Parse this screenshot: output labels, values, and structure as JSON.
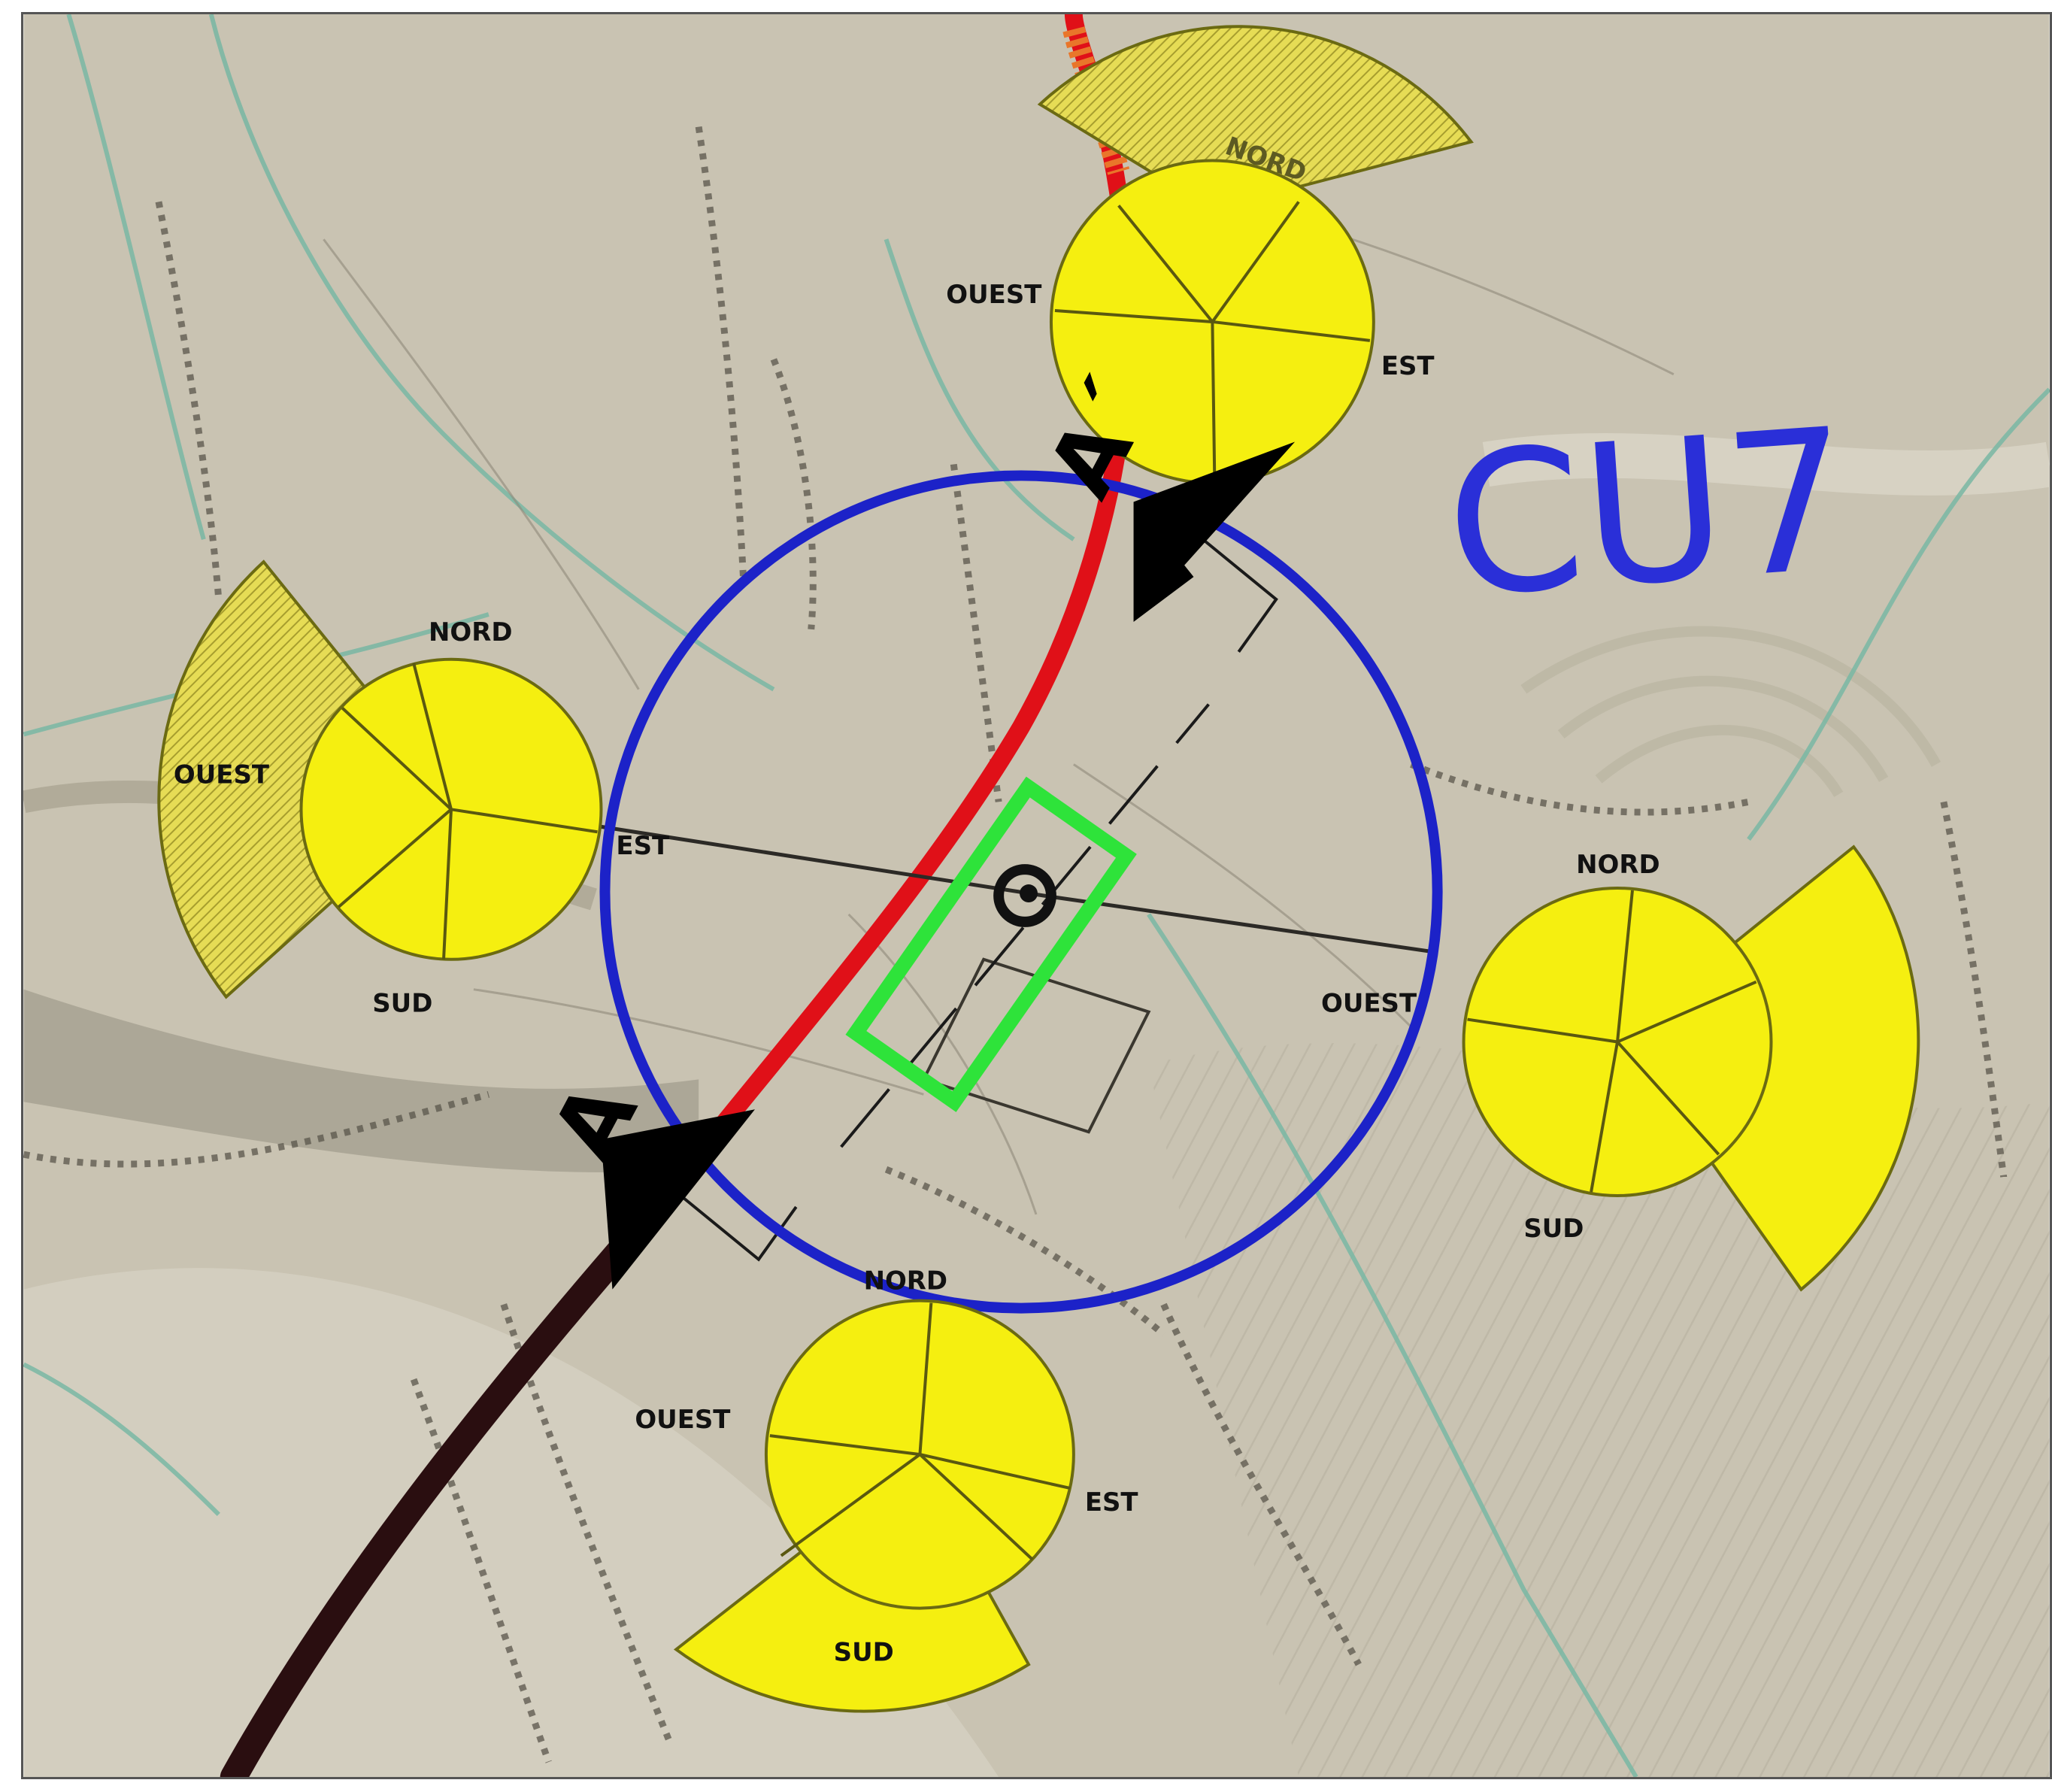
{
  "map": {
    "site_label": "CU7",
    "section_start_label": "A",
    "section_end_label": "A´",
    "colors": {
      "site_circle": "#1c22c8",
      "site_label": "#2a2fd8",
      "route": "#e01018",
      "route_dark": "#2a0e10",
      "pit": "#2ee33a",
      "view_fan": "#f5ef10",
      "view_fan_faded": "#e8e070",
      "fan_outline": "#6b6a12",
      "arrow": "#000000",
      "terrain": "#c9c3b2"
    },
    "view_clusters": [
      {
        "id": "north",
        "labels": {
          "nord": "NORD",
          "ouest": "OUEST",
          "est": "EST"
        }
      },
      {
        "id": "west",
        "labels": {
          "nord": "NORD",
          "ouest": "OUEST",
          "est": "EST",
          "sud": "SUD"
        }
      },
      {
        "id": "east",
        "labels": {
          "nord": "NORD",
          "ouest": "OUEST",
          "sud": "SUD"
        }
      },
      {
        "id": "south",
        "labels": {
          "nord": "NORD",
          "ouest": "OUEST",
          "est": "EST",
          "sud": "SUD"
        }
      }
    ]
  }
}
